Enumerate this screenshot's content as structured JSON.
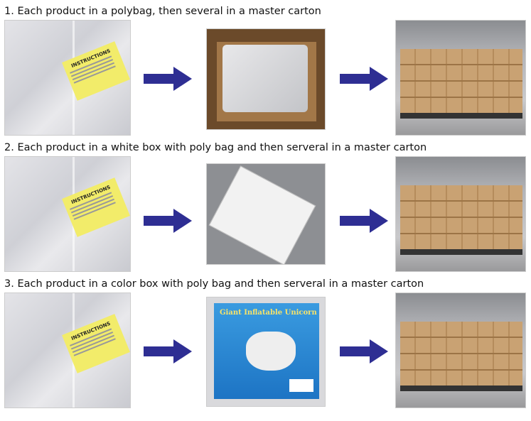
{
  "sections": [
    {
      "heading": "1. Each product in a polybag, then several in a master carton",
      "middle": "carton"
    },
    {
      "heading": "2. Each product in a white box with poly bag and then serveral in a master carton",
      "middle": "white-box"
    },
    {
      "heading": "3. Each product in a color box with poly bag and then serveral in a master carton",
      "middle": "color-box"
    }
  ],
  "label": {
    "title": "INSTRUCTIONS"
  },
  "color_box": {
    "title": "Giant Inflatable Unicorn"
  },
  "colors": {
    "arrow": "#2e2e93",
    "label": "#f2ec6a"
  }
}
